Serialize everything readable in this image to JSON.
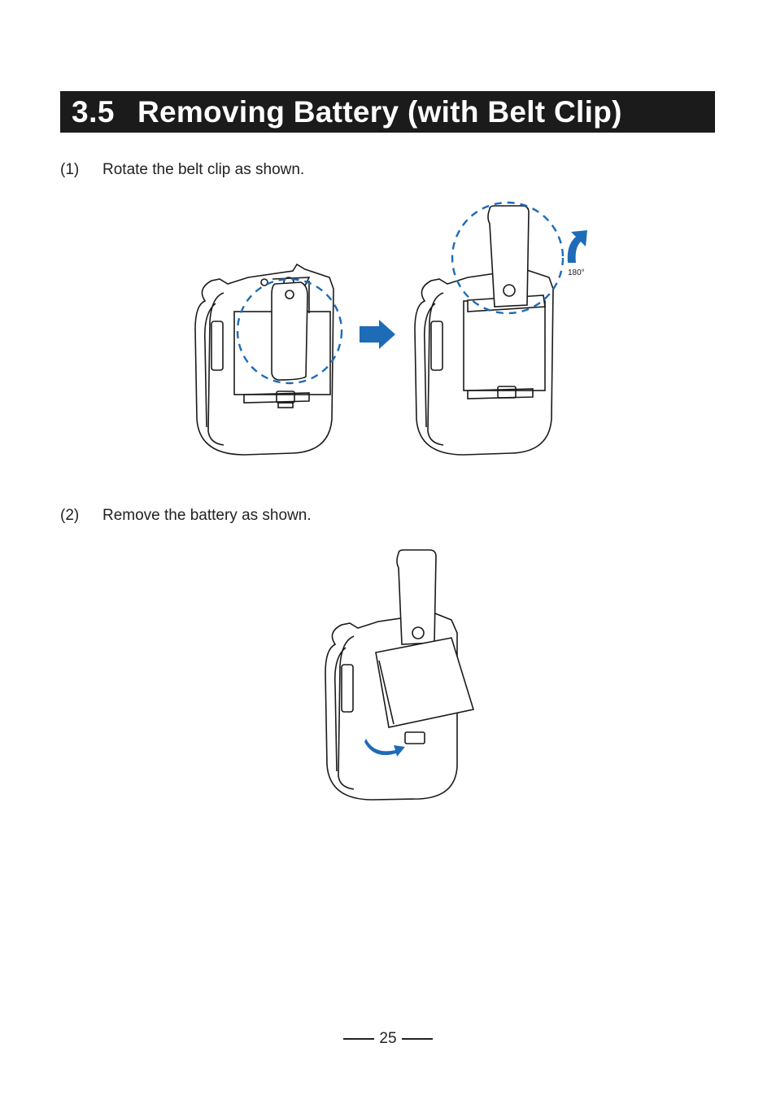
{
  "section": {
    "number": "3.5",
    "title": "Removing Battery (with Belt Clip)"
  },
  "steps": [
    {
      "index": "(1)",
      "text": "Rotate the belt clip as shown."
    },
    {
      "index": "(2)",
      "text": "Remove the battery as shown."
    }
  ],
  "figure1": {
    "rotation_label": "180°"
  },
  "page": {
    "number": "25"
  },
  "colors": {
    "accent": "#1e6bb8",
    "header_bg": "#1b1b1b"
  }
}
